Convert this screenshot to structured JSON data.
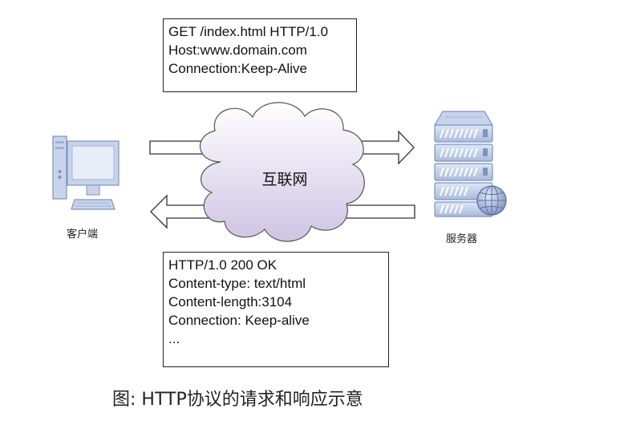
{
  "request": {
    "lines": [
      "GET /index.html HTTP/1.0",
      "Host:www.domain.com",
      "Connection:Keep-Alive"
    ]
  },
  "response": {
    "lines": [
      "HTTP/1.0 200 OK",
      "Content-type: text/html",
      "Content-length:3104",
      "Connection: Keep-alive",
      "..."
    ]
  },
  "cloud_label": "互联网",
  "client_label": "客户端",
  "server_label": "服务器",
  "caption": "图:   HTTP协议的请求和响应示意",
  "icons": {
    "client": "desktop-computer-icon",
    "server": "server-rack-globe-icon",
    "network": "internet-cloud-icon"
  },
  "colors": {
    "device_fill": "#c7d4ec",
    "device_stroke": "#7f93bd",
    "cloud_fill_top": "#ffffff",
    "cloud_fill_bottom": "#cfc4e4",
    "cloud_stroke": "#555555"
  }
}
